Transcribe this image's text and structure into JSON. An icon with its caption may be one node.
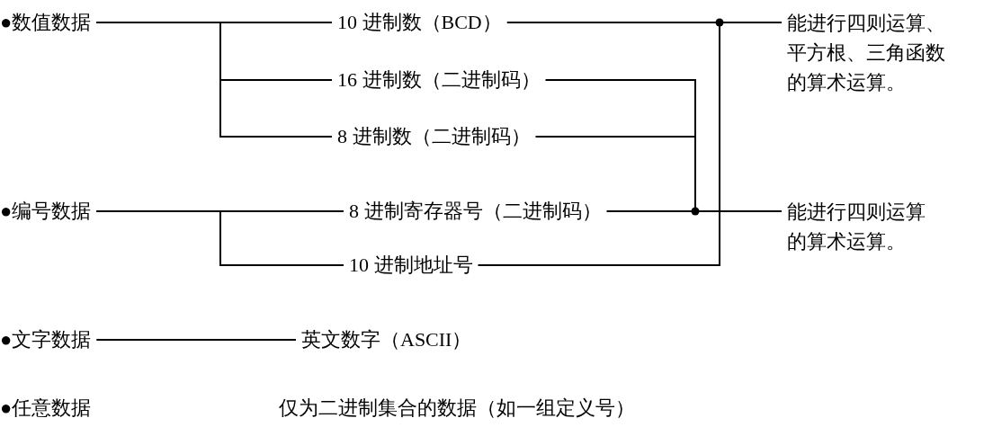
{
  "diagram": {
    "nodes": [
      {
        "text": [
          "●数值数据"
        ]
      },
      {
        "text": [
          "●编号数据"
        ]
      },
      {
        "text": [
          "●文字数据"
        ]
      },
      {
        "text": [
          "●任意数据"
        ]
      },
      {
        "text": [
          "10 进制数（BCD）"
        ]
      },
      {
        "text": [
          "16 进制数（二进制码）"
        ]
      },
      {
        "text": [
          "8 进制数（二进制码）"
        ]
      },
      {
        "text": [
          "8 进制寄存器号（二进制码）"
        ]
      },
      {
        "text": [
          "10 进制地址号"
        ]
      },
      {
        "text": [
          "英文数字（ASCII）"
        ]
      },
      {
        "text": [
          "仅为二进制集合的数据（如一组定义号）"
        ]
      },
      {
        "text": [
          "能进行四则运算、平方根、三角函数的算术运算。"
        ]
      },
      {
        "text": [
          "能进行四则运算的算术运算。"
        ]
      }
    ],
    "edges": [
      {
        "from": 0,
        "to": 4,
        "arrow": "none"
      },
      {
        "from": 0,
        "to": 5,
        "arrow": "none"
      },
      {
        "from": 0,
        "to": 6,
        "arrow": "none"
      },
      {
        "from": 1,
        "to": 7,
        "arrow": "none"
      },
      {
        "from": 1,
        "to": 8,
        "arrow": "none"
      },
      {
        "from": 2,
        "to": 9,
        "arrow": "none"
      },
      {
        "from": 4,
        "to": 11,
        "arrow": "none"
      },
      {
        "from": 8,
        "to": 11,
        "arrow": "none"
      },
      {
        "from": 5,
        "to": 12,
        "arrow": "none"
      },
      {
        "from": 6,
        "to": 12,
        "arrow": "none"
      },
      {
        "from": 7,
        "to": 12,
        "arrow": "none"
      }
    ]
  }
}
